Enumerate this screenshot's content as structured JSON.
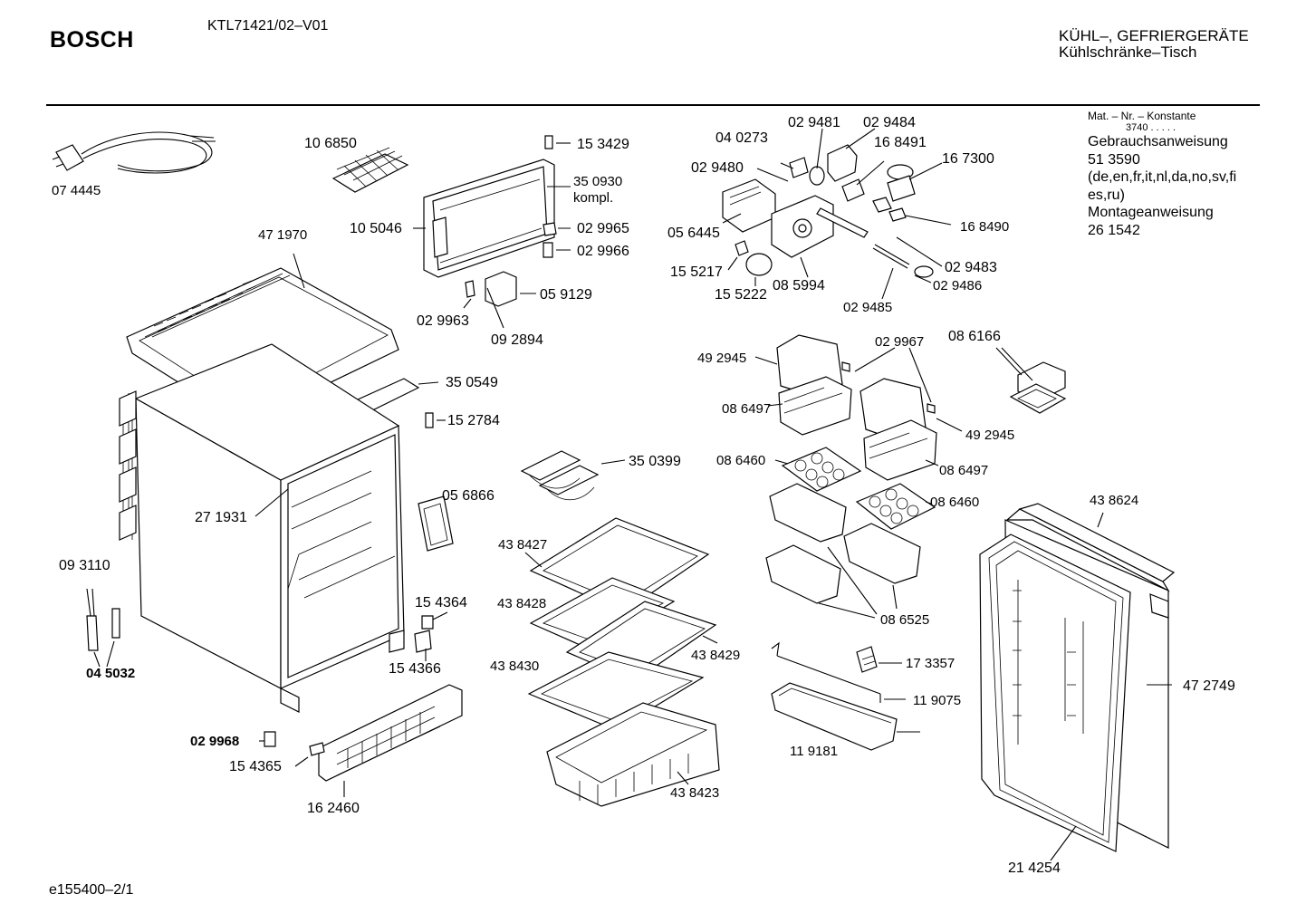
{
  "header": {
    "brand": "BOSCH",
    "model": "KTL71421/02–V01",
    "category_line1": "KÜHL–, GEFRIERGERÄTE",
    "category_line2": "Kühlschränke–Tisch"
  },
  "documents": {
    "header": "Mat. – Nr. – Konstante",
    "constant": "3740  .  .  .  .  .",
    "lines": [
      "Gebrauchsanweisung",
      "51 3590",
      "(de,en,fr,it,nl,da,no,sv,fi",
      "es,ru)",
      "Montageanweisung",
      "26 1542"
    ]
  },
  "labels": {
    "p074445": "07 4445",
    "p106850": "10 6850",
    "p153429": "15 3429",
    "p350930": "35  0930",
    "kompl": "kompl.",
    "p105046": "10 5046",
    "p029965": "02 9965",
    "p029966": "02 9966",
    "p471970": "47 1970",
    "p059129": "05 9129",
    "p029963": "02 9963",
    "p092894": "09 2894",
    "p350549": "35 0549",
    "p152784": "15 2784",
    "p271931": "27 1931",
    "p056866": "05 6866",
    "p093110": "09 3110",
    "p154364": "15 4364",
    "p154366": "15 4366",
    "p045032": "04 5032",
    "p029968": "02 9968",
    "p154365": "15 4365",
    "p162460": "16 2460",
    "p350399": "35 0399",
    "p438427": "43 8427",
    "p438428": "43 8428",
    "p438429": "43 8429",
    "p438430": "43 8430",
    "p438423": "43 8423",
    "p040273": "04 0273",
    "p029481": "02 9481",
    "p029484": "02 9484",
    "p168491": "16 8491",
    "p167300": "16 7300",
    "p029480": "02 9480",
    "p056445": "05 6445",
    "p168490": "16 8490",
    "p155217": "15 5217",
    "p155222": "15 5222",
    "p085994": "08 5994",
    "p029483": "02 9483",
    "p029486": "02 9486",
    "p029485": "02 9485",
    "p492945a": "49 2945",
    "p029967": "02 9967",
    "p086166": "08 6166",
    "p086497a": "08 6497",
    "p492945b": "49 2945",
    "p086460a": "08 6460",
    "p086497b": "08 6497",
    "p086460b": "08 6460",
    "p438624": "43 8624",
    "p086525": "08 6525",
    "p173357": "17 3357",
    "p119075": "11  9075",
    "p119181": "11  9181",
    "p472749": "47 2749",
    "p214254": "21 4254"
  },
  "footer": "e155400–2/1"
}
